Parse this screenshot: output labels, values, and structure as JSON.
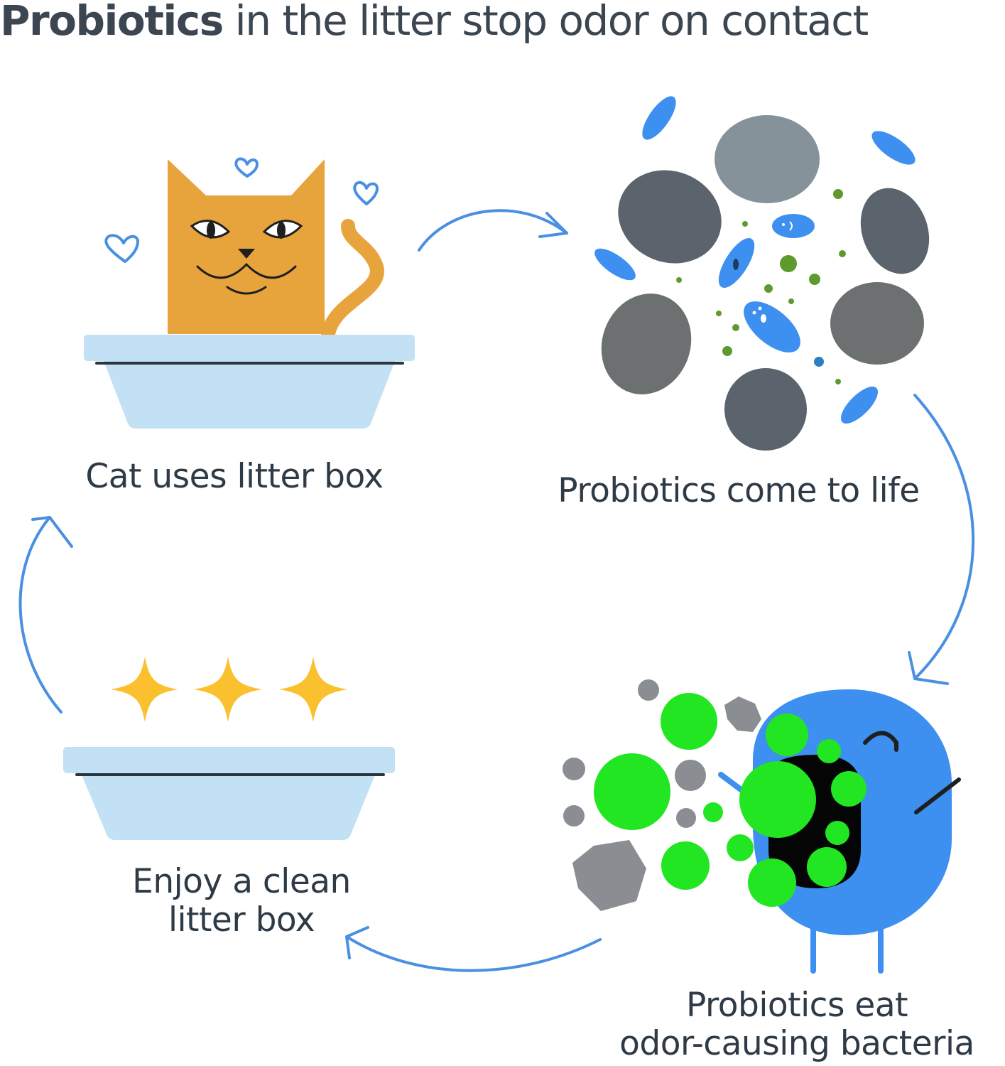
{
  "headline": {
    "bold": "Probiotics",
    "rest": " in the litter stop odor on contact"
  },
  "steps": [
    {
      "lines": [
        "Cat uses litter box"
      ]
    },
    {
      "lines": [
        "Probiotics come to life"
      ]
    },
    {
      "lines": [
        "Probiotics eat",
        "odor-causing bacteria"
      ]
    },
    {
      "lines": [
        "Enjoy a clean",
        "litter box"
      ]
    }
  ],
  "colors": {
    "arrow": "#4a90e2",
    "cat": "#e8a43c",
    "litter_box": "#c3e1f4",
    "litter_gray": "#5b646c",
    "probiotic_blue": "#3d8ff0",
    "bacteria_green": "#22e622",
    "star": "#fbc02d",
    "text": "#2e3a46"
  }
}
